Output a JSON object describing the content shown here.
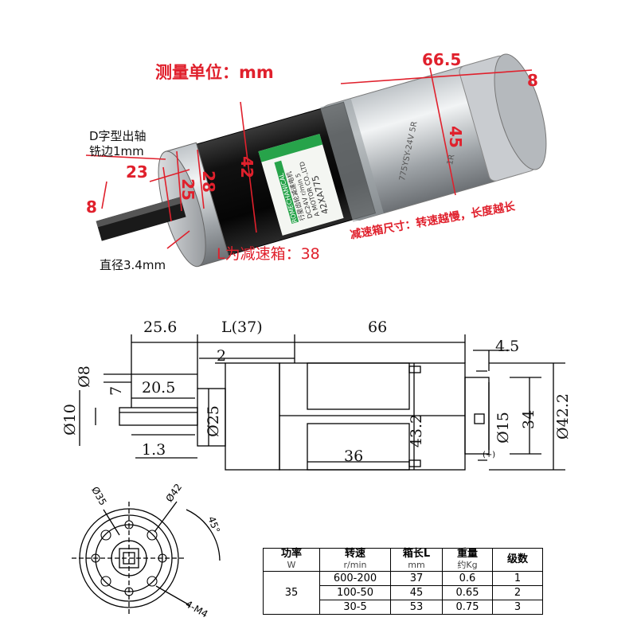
{
  "photo": {
    "unit_label": "测量单位：mm",
    "shaft_note": [
      "D字型出轴",
      "铣边1mm"
    ],
    "hole_note": "直径3.4mm",
    "gearbox_label": "L为减速箱：38",
    "size_note": "减速箱尺寸：转速越慢，长度越长",
    "dims": {
      "total": "66.5",
      "terminal": "8",
      "gear_dia": "42",
      "motor_dia": "45",
      "shaft_len": "23",
      "hub": "25",
      "hub_inner": "28",
      "shaft_w": "8"
    },
    "label_text": [
      "ROMECHANICAL",
      "行星齿轮减速电机",
      "DC24V r/min 5",
      "A MOTOR CO.,LTD",
      "42XA775",
      "775YSY-24V 5R",
      "1R"
    ]
  },
  "drawing": {
    "dims": [
      "25.6",
      "L(37)",
      "66",
      "2",
      "4.5",
      "Ø8",
      "7",
      "20.5",
      "Ø10",
      "Ø25",
      "1.3",
      "43.2",
      "36",
      "Ø15",
      "34",
      "Ø42.2",
      "(+)"
    ],
    "front": [
      "Ø35",
      "Ø42",
      "45°",
      "4-M4"
    ]
  },
  "table": {
    "headers": [
      {
        "main": "功率",
        "sub": "W"
      },
      {
        "main": "转速",
        "sub": "r/min"
      },
      {
        "main": "箱长L",
        "sub": "mm"
      },
      {
        "main": "重量",
        "sub": "约Kg"
      },
      {
        "main": "级数",
        "sub": ""
      }
    ],
    "power": "35",
    "rows": [
      [
        "600-200",
        "37",
        "0.6",
        "1"
      ],
      [
        "100-50",
        "45",
        "0.65",
        "2"
      ],
      [
        "30-5",
        "53",
        "0.75",
        "3"
      ]
    ]
  }
}
